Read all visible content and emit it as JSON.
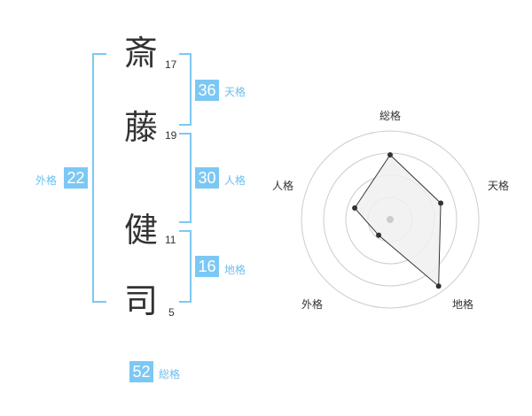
{
  "name": {
    "chars": [
      {
        "char": "斎",
        "strokes": "17"
      },
      {
        "char": "藤",
        "strokes": "19"
      },
      {
        "char": "健",
        "strokes": "11"
      },
      {
        "char": "司",
        "strokes": "5"
      }
    ]
  },
  "kaku": {
    "tenkaku": {
      "value": "36",
      "label": "天格"
    },
    "jinkaku": {
      "value": "30",
      "label": "人格"
    },
    "chikaku": {
      "value": "16",
      "label": "地格"
    },
    "gaikaku": {
      "value": "22",
      "label": "外格"
    },
    "soukaku": {
      "value": "52",
      "label": "総格"
    }
  },
  "chart_data": {
    "type": "radar",
    "axes": [
      "総格",
      "天格",
      "地格",
      "外格",
      "人格"
    ],
    "values": [
      0.73,
      0.6,
      0.93,
      0.22,
      0.42
    ],
    "rings": 4,
    "colors": {
      "fill": "#f0f0f0",
      "line": "#333333",
      "ring": "#cccccc",
      "center": "#cccccc"
    }
  }
}
